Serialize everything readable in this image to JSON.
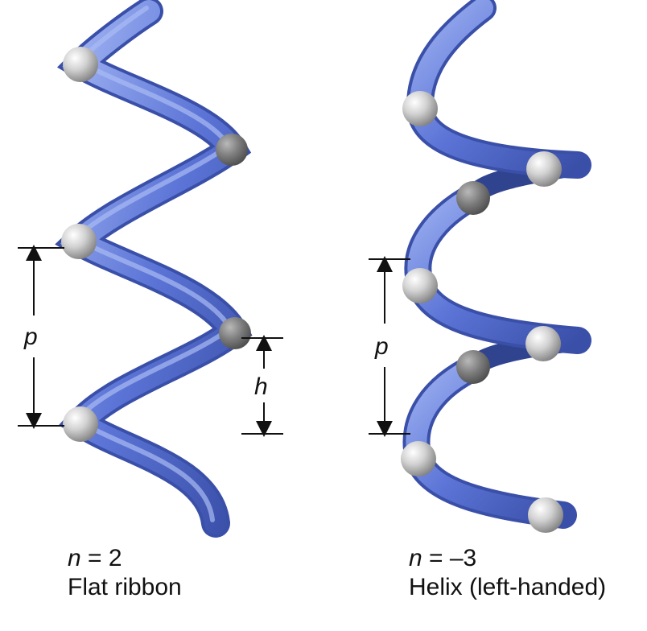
{
  "left_panel": {
    "equation_var": "n",
    "equation_rest": " = 2",
    "name": "Flat ribbon",
    "label_p": "p",
    "label_h": "h"
  },
  "right_panel": {
    "equation_var": "n",
    "equation_rest": " = –3",
    "name": "Helix (left-handed)",
    "label_p": "p"
  },
  "colors": {
    "ribbon": "#5b74d6",
    "ribbon_highlight": "#9fb2f2",
    "ribbon_shadow": "#3a4fa8",
    "atom": "#d8d8d8",
    "atom_dark": "#8a8a8a",
    "dimension_line": "#111111"
  }
}
